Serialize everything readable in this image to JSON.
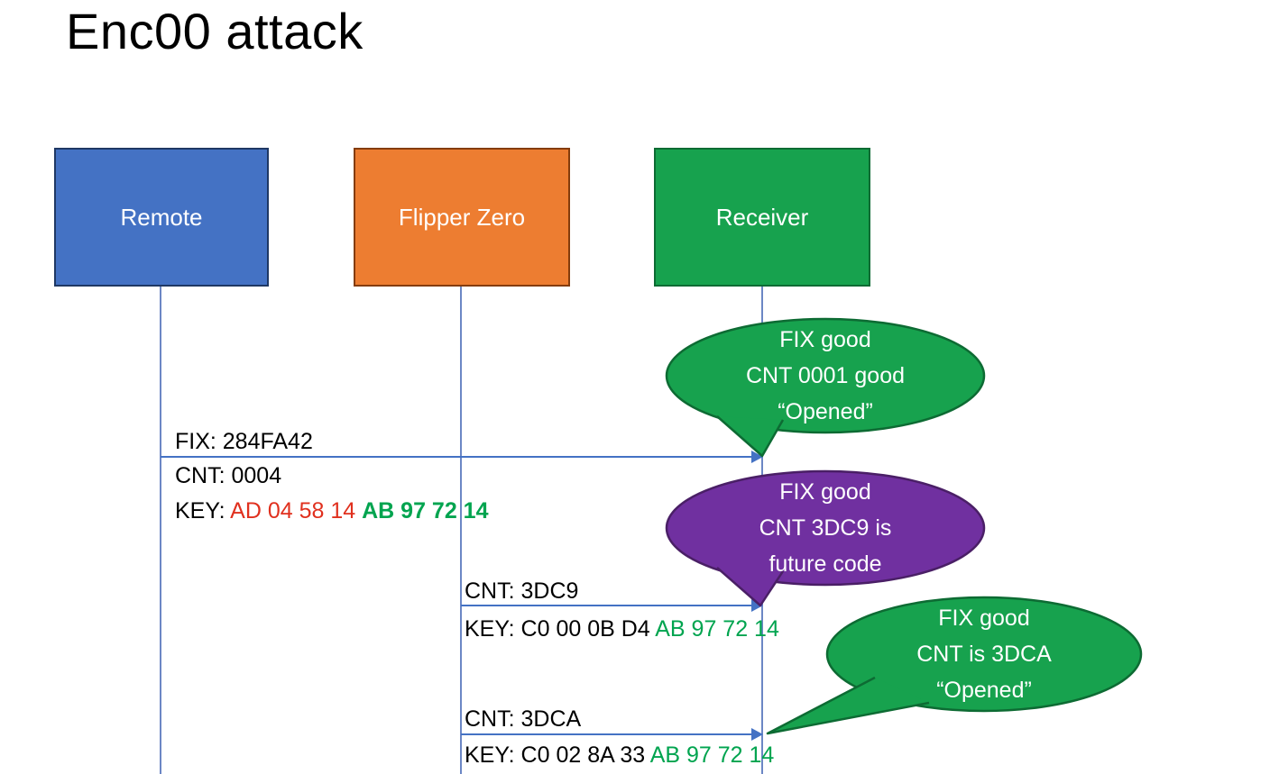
{
  "title": "Enc00 attack",
  "actors": {
    "remote": {
      "label": "Remote",
      "fill": "#4472C4",
      "border": "#1F3864"
    },
    "flipper": {
      "label": "Flipper Zero",
      "fill": "#ED7D31",
      "border": "#843C0C"
    },
    "receiver": {
      "label": "Receiver",
      "fill": "#17A24E",
      "border": "#0D6B33"
    }
  },
  "messages": {
    "m1": {
      "fix": "FIX: 284FA42",
      "cnt": "CNT: 0004",
      "key_prefix": "KEY: ",
      "key_red": "AD 04 58 14 ",
      "key_green": "AB 97 72 14"
    },
    "m2": {
      "cnt": "CNT: 3DC9",
      "key_prefix": "KEY: C0 00 0B D4 ",
      "key_green": "AB 97 72 14"
    },
    "m3": {
      "cnt": "CNT: 3DCA",
      "key_prefix": "KEY: C0 02 8A 33 ",
      "key_green": "AB 97 72 14"
    }
  },
  "callouts": {
    "receiver_open_1": {
      "text": "FIX good\nCNT 0001 good\n“Opened”",
      "fill": "#17A24E",
      "border": "#0D6B33"
    },
    "receiver_future": {
      "text": "FIX good\nCNT 3DC9 is\nfuture code",
      "fill": "#7030A0",
      "border": "#4A1F66"
    },
    "receiver_open_2": {
      "text": "FIX good\nCNT is 3DCA\n“Opened”",
      "fill": "#17A24E",
      "border": "#0D6B33"
    }
  },
  "colors": {
    "arrow": "#4472C4",
    "lifeline": "#6C87C5",
    "key_red": "#E0301E",
    "key_green": "#00A44F"
  }
}
